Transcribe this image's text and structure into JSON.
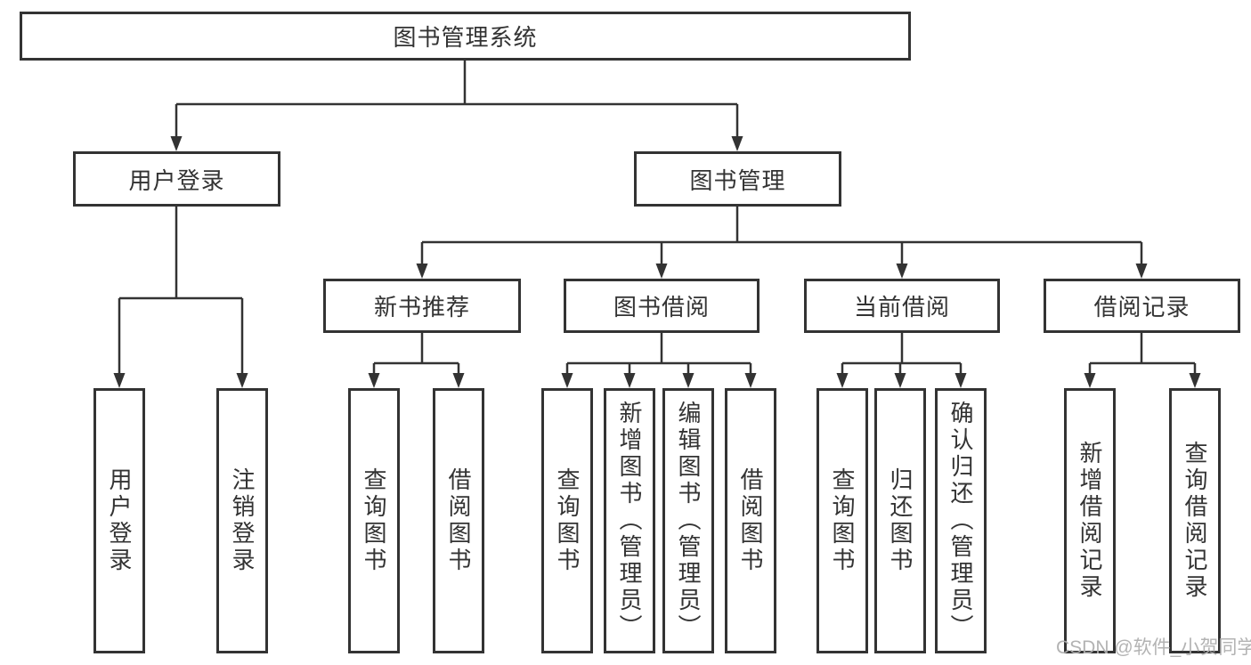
{
  "page": {
    "background": "#ffffff",
    "line_color": "#333333",
    "text_color": "#333333"
  },
  "nodes": {
    "root": {
      "label": "图书管理系统"
    },
    "level2": [
      {
        "label": "用户登录"
      },
      {
        "label": "图书管理"
      }
    ],
    "level3": [
      {
        "label": "新书推荐",
        "parent": "图书管理"
      },
      {
        "label": "图书借阅",
        "parent": "图书管理"
      },
      {
        "label": "当前借阅",
        "parent": "图书管理"
      },
      {
        "label": "借阅记录",
        "parent": "图书管理"
      }
    ],
    "level4": [
      {
        "label": "用户登录",
        "parent": "用户登录"
      },
      {
        "label": "注销登录",
        "parent": "用户登录"
      },
      {
        "label": "查询图书",
        "parent": "新书推荐"
      },
      {
        "label": "借阅图书",
        "parent": "新书推荐"
      },
      {
        "label": "查询图书",
        "parent": "图书借阅"
      },
      {
        "label": "新增图书（管理员）",
        "parent": "图书借阅"
      },
      {
        "label": "编辑图书（管理员）",
        "parent": "图书借阅"
      },
      {
        "label": "借阅图书",
        "parent": "图书借阅"
      },
      {
        "label": "查询图书",
        "parent": "当前借阅"
      },
      {
        "label": "归还图书",
        "parent": "当前借阅"
      },
      {
        "label": "确认归还（管理员）",
        "parent": "当前借阅"
      },
      {
        "label": "新增借阅记录",
        "parent": "借阅记录"
      },
      {
        "label": "查询借阅记录",
        "parent": "借阅记录"
      }
    ]
  },
  "watermark": {
    "text": "CSDN @软件_小贺同学"
  }
}
